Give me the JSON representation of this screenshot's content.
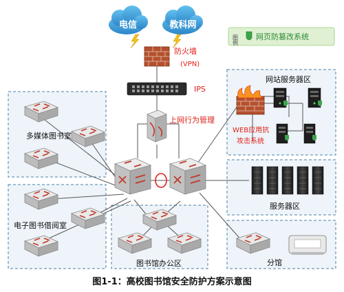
{
  "clouds": {
    "left": "电信",
    "right": "教科网"
  },
  "legend": {
    "prefix": "图例",
    "text": "网页防篡改系统"
  },
  "firewall": {
    "label": "防火墙",
    "sub": "(VPN)"
  },
  "ips": {
    "label": "IPS"
  },
  "behavior": {
    "label": "上网行为管理"
  },
  "waf": {
    "line1": "WEB应用抗",
    "line2": "攻击系统"
  },
  "zones": {
    "multimedia": "多媒体图书室",
    "ereading": "电子图书借阅室",
    "office": "图书馆办公区",
    "web_servers": "网站服务器区",
    "servers": "服务器区",
    "branch": "分馆"
  },
  "caption": "图1-1：高校图书馆安全防护方案示意图",
  "colors": {
    "zone_fill": "#eef4f9",
    "zone_border": "#4a7fa8",
    "accent_red": "#e0201a",
    "legend_bg": "#dff0d3",
    "cloud": "#3f9fd8",
    "switch": "#c9c9c9"
  }
}
